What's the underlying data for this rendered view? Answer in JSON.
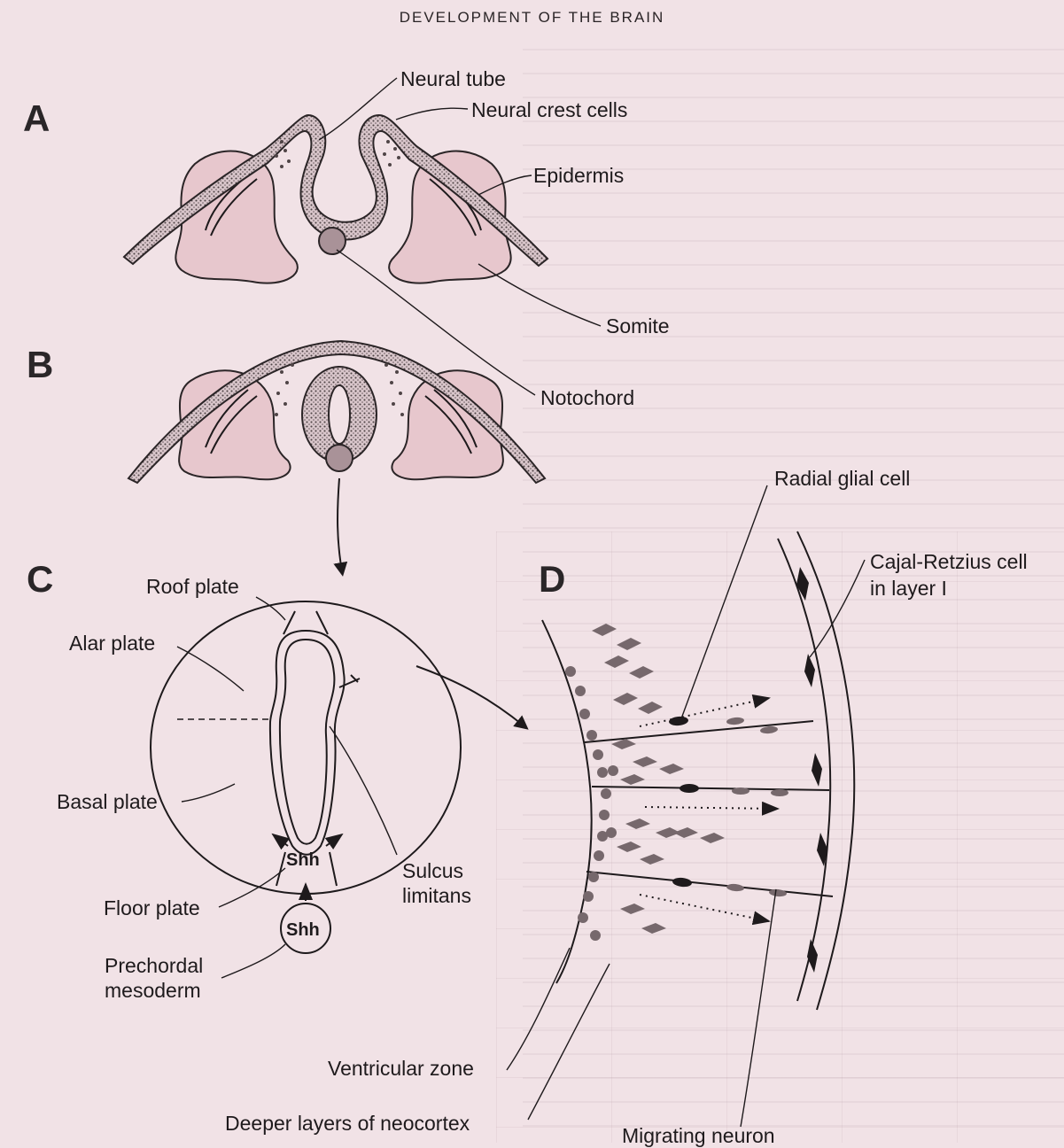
{
  "header": {
    "title": "DEVELOPMENT OF THE BRAIN"
  },
  "panels": {
    "a": {
      "letter": "A"
    },
    "b": {
      "letter": "B"
    },
    "c": {
      "letter": "C"
    },
    "d": {
      "letter": "D"
    }
  },
  "labels": {
    "neural_tube": "Neural tube",
    "neural_crest_cells": "Neural crest cells",
    "epidermis": "Epidermis",
    "somite": "Somite",
    "notochord": "Notochord",
    "roof_plate": "Roof plate",
    "alar_plate": "Alar plate",
    "basal_plate": "Basal plate",
    "floor_plate": "Floor plate",
    "shh_floor": "Shh",
    "shh_mesoderm": "Shh",
    "sulcus_limitans_line1": "Sulcus",
    "sulcus_limitans_line2": "limitans",
    "prechordal_line1": "Prechordal",
    "prechordal_line2": "mesoderm",
    "radial_glial_cell": "Radial glial cell",
    "cajal_line1": "Cajal-Retzius cell",
    "cajal_line2": "in layer I",
    "ventricular_zone": "Ventricular zone",
    "deeper_layers": "Deeper layers of neocortex",
    "migrating_neuron": "Migrating neuron"
  },
  "colors": {
    "background": "#f1e2e6",
    "somite_fill": "#e7c7cd",
    "cell_gray": "#76686c",
    "ink": "#1e1a1c"
  }
}
